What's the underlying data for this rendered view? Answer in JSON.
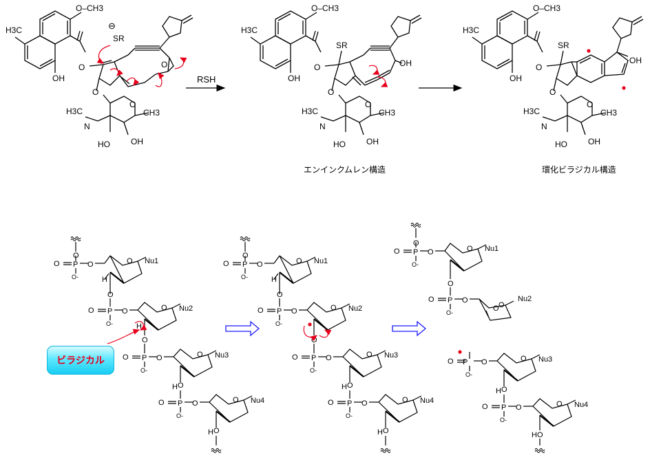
{
  "colors": {
    "bond": "#000000",
    "arrow_red": "#e8001c",
    "arrow_blue": "#1a1aff",
    "badge": "#2fd6f7"
  },
  "labels": {
    "och3": "O–CH3",
    "h3c": "H3C",
    "oh": "OH",
    "o": "O",
    "sr_anion": "SR",
    "minus": "⊖",
    "ch3": "CH3",
    "h3c_n": "H3C",
    "n": "N",
    "h": "H",
    "ho": "HO",
    "sr": "SR",
    "p": "P",
    "o_minus": "O-",
    "nu1": "Nu1",
    "nu2": "Nu2",
    "nu3": "Nu3",
    "nu4": "Nu4"
  },
  "reagent": "RSH",
  "captions": {
    "enyne_cumulene": "エンインクムレン構造",
    "cyclized_biradical": "環化ビラジカル構造"
  },
  "badge": "ビラジカル"
}
